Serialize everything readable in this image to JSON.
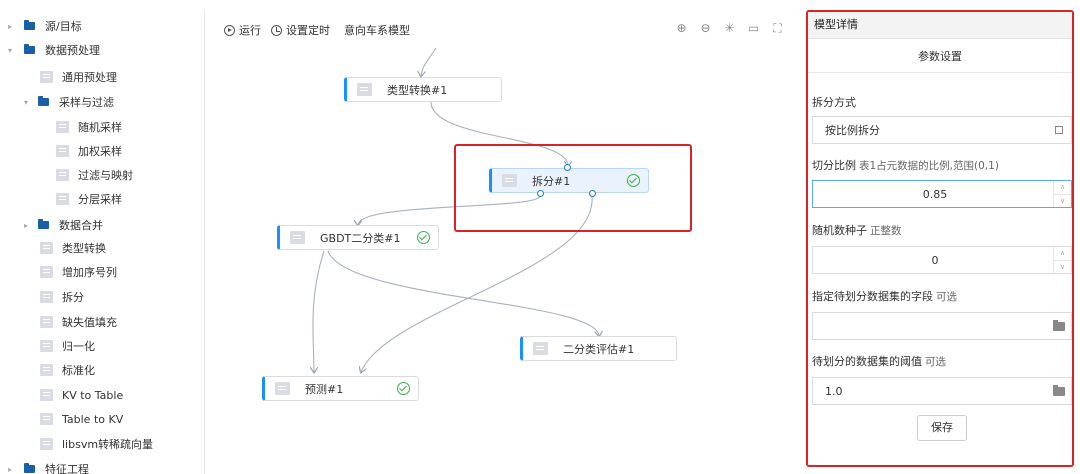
{
  "tree": {
    "items": [
      {
        "label": "源/目标",
        "type": "folder",
        "arrow": "▸"
      },
      {
        "label": "数据预处理",
        "type": "folder",
        "arrow": "▾"
      },
      {
        "label": "通用预处理",
        "type": "node",
        "arrow": ""
      },
      {
        "label": "采样与过滤",
        "type": "folder",
        "arrow": "▾"
      },
      {
        "label": "随机采样",
        "type": "node",
        "arrow": ""
      },
      {
        "label": "加权采样",
        "type": "node",
        "arrow": ""
      },
      {
        "label": "过滤与映射",
        "type": "node",
        "arrow": ""
      },
      {
        "label": "分层采样",
        "type": "node",
        "arrow": ""
      },
      {
        "label": "数据合并",
        "type": "folder",
        "arrow": "▸"
      },
      {
        "label": "类型转换",
        "type": "node",
        "arrow": ""
      },
      {
        "label": "增加序号列",
        "type": "node",
        "arrow": ""
      },
      {
        "label": "拆分",
        "type": "node",
        "arrow": ""
      },
      {
        "label": "缺失值填充",
        "type": "node",
        "arrow": ""
      },
      {
        "label": "归一化",
        "type": "node",
        "arrow": ""
      },
      {
        "label": "标准化",
        "type": "node",
        "arrow": ""
      },
      {
        "label": "KV to Table",
        "type": "node",
        "arrow": ""
      },
      {
        "label": "Table to KV",
        "type": "node",
        "arrow": ""
      },
      {
        "label": "libsvm转稀疏向量",
        "type": "node",
        "arrow": ""
      },
      {
        "label": "特征工程",
        "type": "folder",
        "arrow": "▸"
      }
    ]
  },
  "toolbar": {
    "run_label": "运行",
    "schedule_label": "设置定时",
    "model_name": "意向车系模型",
    "icons": [
      "zoom-in-icon",
      "zoom-out-icon",
      "fit-center-icon",
      "minimap-icon",
      "fullscreen-icon"
    ],
    "icon_glyphs": [
      "⊕",
      "⊖",
      "✳",
      "▭",
      "⛶"
    ]
  },
  "nodes": [
    {
      "label": "类型转换#1",
      "done": false
    },
    {
      "label": "拆分#1",
      "done": true
    },
    {
      "label": "GBDT二分类#1",
      "done": true
    },
    {
      "label": "二分类评估#1",
      "done": false
    },
    {
      "label": "预测#1",
      "done": true
    }
  ],
  "panel": {
    "title": "模型详情",
    "tab": "参数设置",
    "split_method": {
      "label": "拆分方式",
      "value": "按比例拆分"
    },
    "split_ratio": {
      "label": "切分比例",
      "hint": "表1占元数据的比例,范围(0,1)",
      "value": "0.85"
    },
    "seed": {
      "label": "随机数种子",
      "hint": "正整数",
      "value": "0"
    },
    "split_field": {
      "label": "指定待划分数据集的字段",
      "hint": "可选",
      "value": ""
    },
    "threshold": {
      "label": "待划分的数据集的阈值",
      "hint": "可选",
      "value": "1.0"
    },
    "save_label": "保存"
  },
  "colors": {
    "accent": "#1890ff",
    "highlight": "#d9232a",
    "success": "#36b24a",
    "folder": "#1a5fa8"
  }
}
